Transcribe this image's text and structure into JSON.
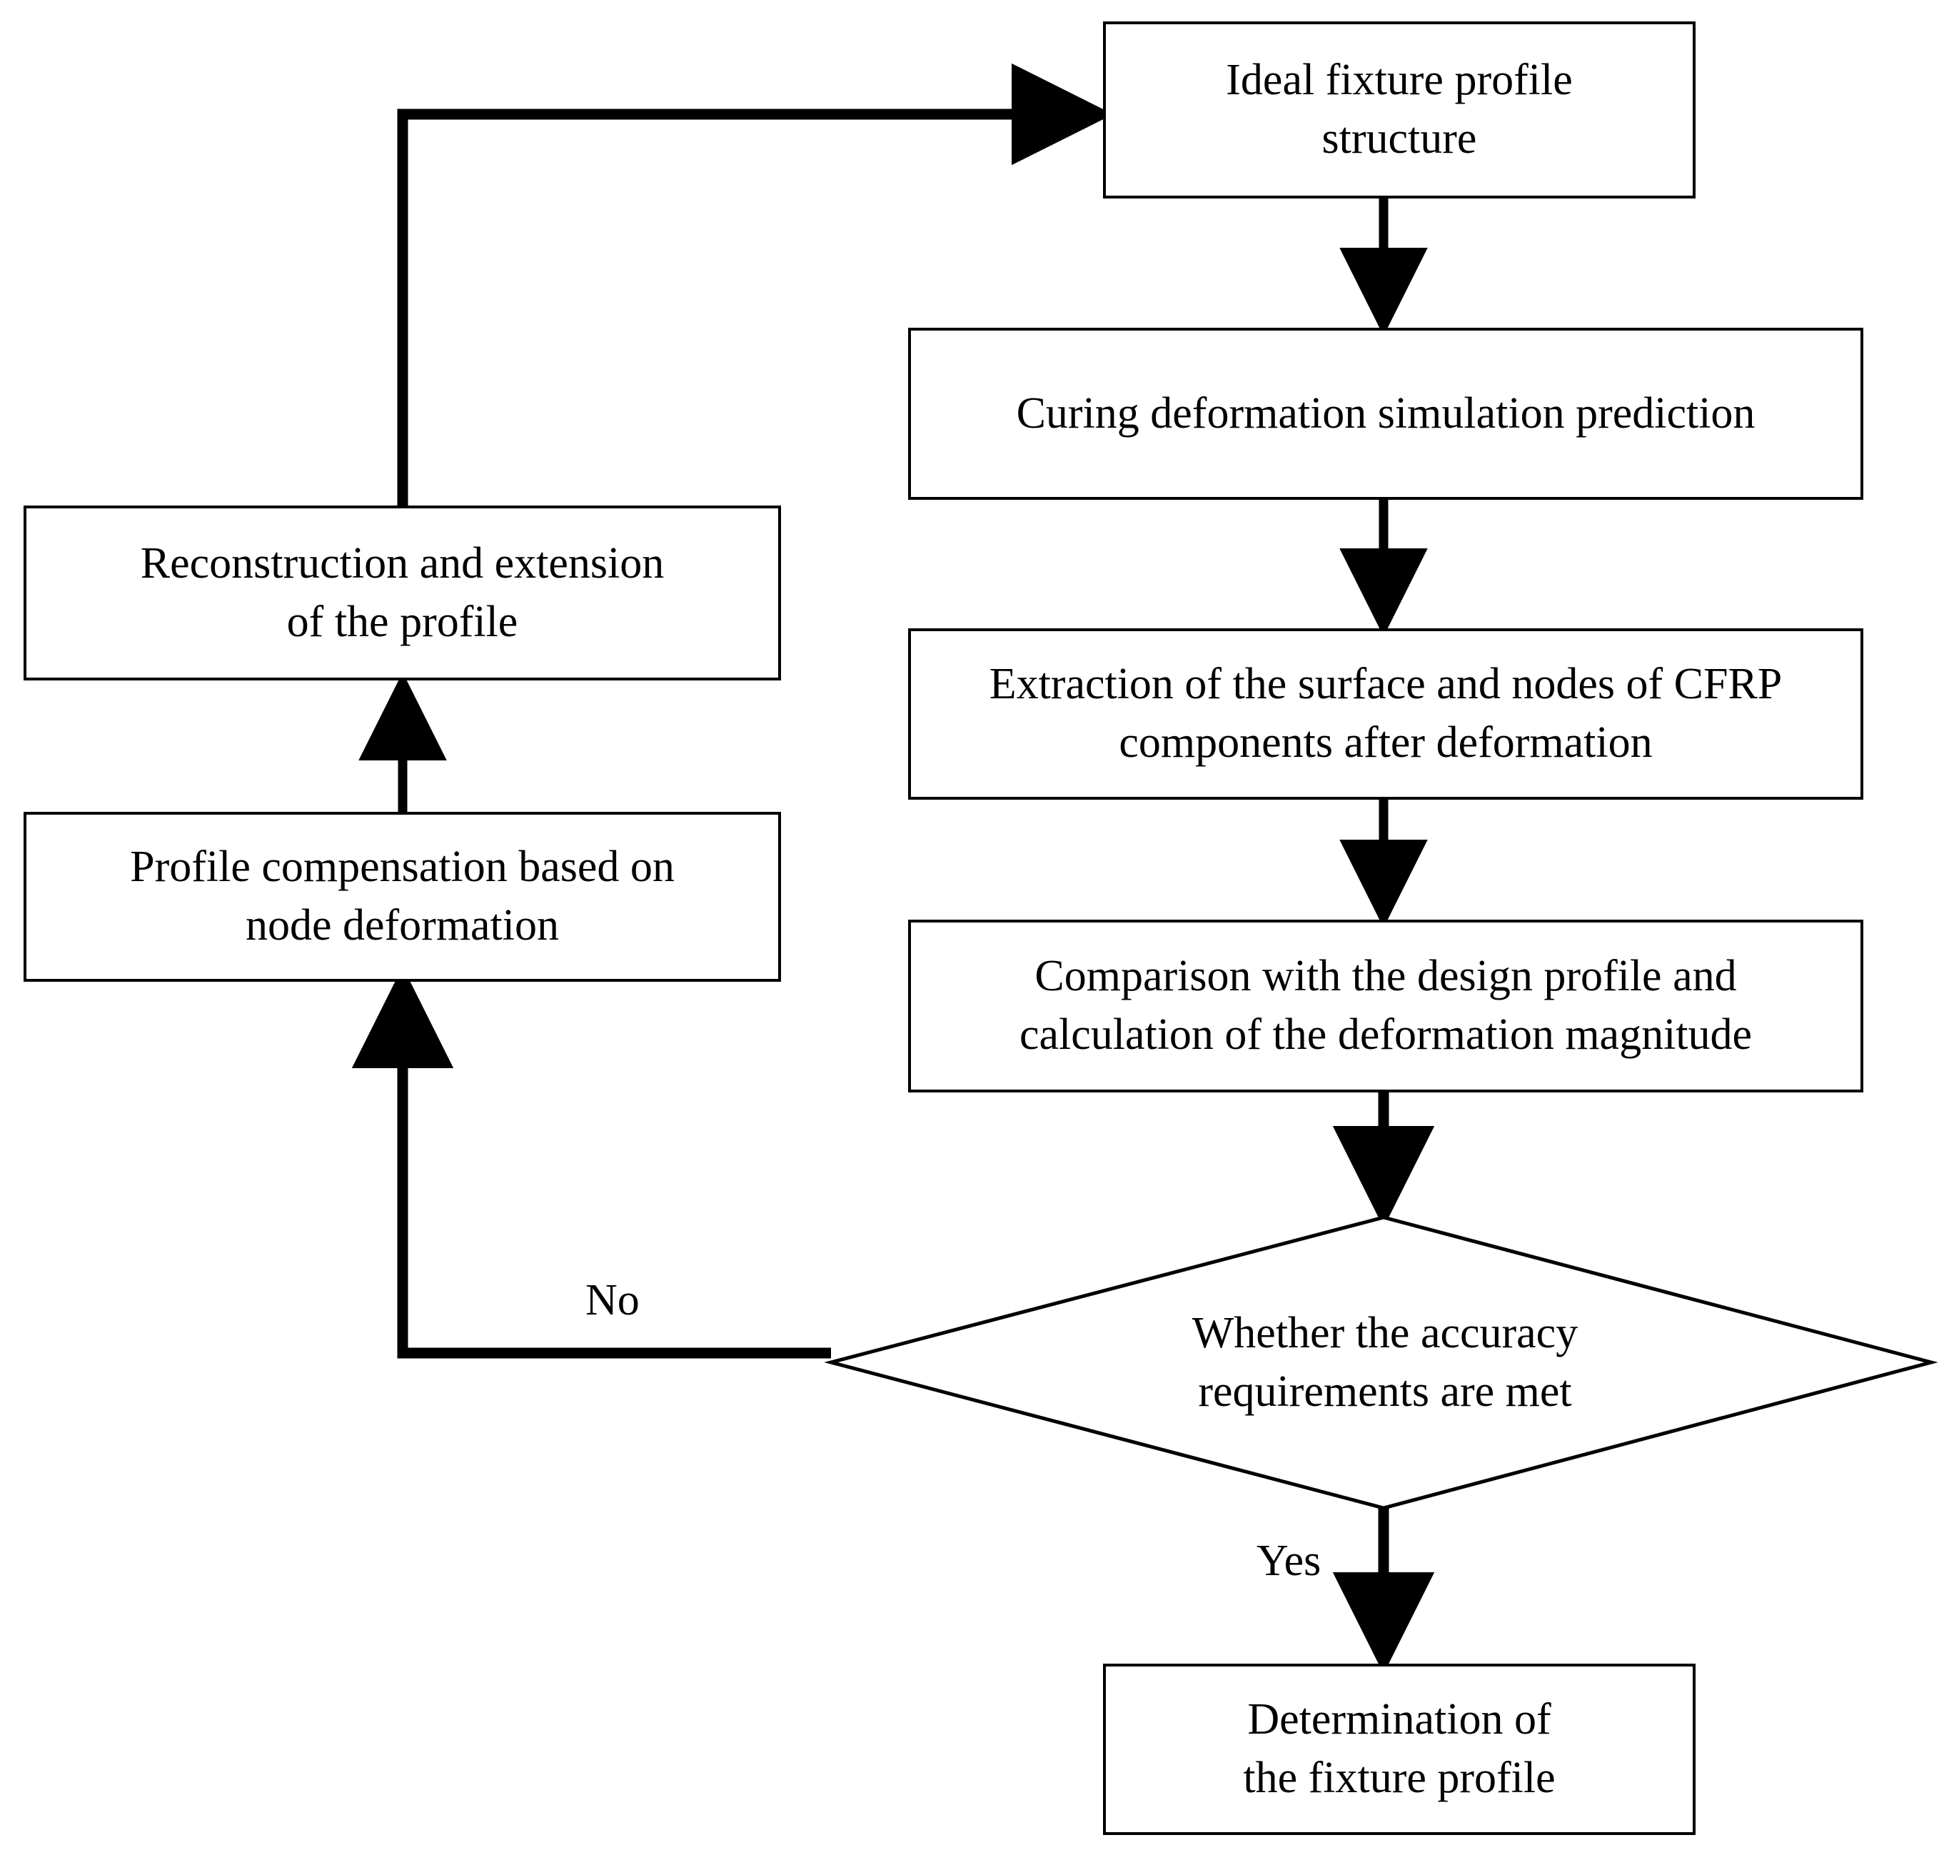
{
  "diagram": {
    "title": "Fixture profile determination flowchart",
    "type": "flowchart",
    "background_color": "#ffffff",
    "line_color": "#000000",
    "text_color": "#000000"
  },
  "nodes": {
    "ideal_fixture": {
      "label": "Ideal fixture profile\nstructure",
      "shape": "rectangle"
    },
    "curing_simulation": {
      "label": "Curing deformation simulation prediction",
      "shape": "rectangle"
    },
    "extraction": {
      "label": "Extraction of the surface and nodes of CFRP\ncomponents after deformation",
      "shape": "rectangle"
    },
    "comparison": {
      "label": "Comparison with the design profile and\ncalculation of the deformation magnitude",
      "shape": "rectangle"
    },
    "decision": {
      "label": "Whether the accuracy\nrequirements are met",
      "shape": "diamond"
    },
    "determination": {
      "label": "Determination of\nthe fixture profile",
      "shape": "rectangle"
    },
    "reconstruction": {
      "label": "Reconstruction and extension\nof the profile",
      "shape": "rectangle"
    },
    "compensation": {
      "label": "Profile compensation based on\nnode deformation",
      "shape": "rectangle"
    }
  },
  "edge_labels": {
    "no": "No",
    "yes": "Yes"
  }
}
